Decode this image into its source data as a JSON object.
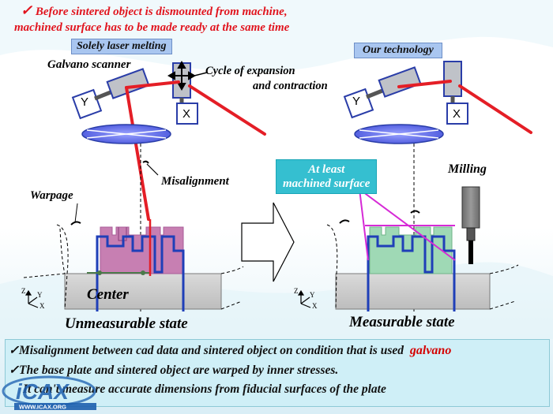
{
  "header": {
    "check_glyph": "✓",
    "line1": "Before sintered object is dismounted from machine,",
    "line2": "machined surface has to be made  ready at the same time"
  },
  "left_panel": {
    "title": "Solely laser melting",
    "galvano_label": "Galvano scanner",
    "cycle_line1": "Cycle of expansion",
    "cycle_line2": "and contraction",
    "misalignment_label": "Misalignment",
    "warpage_label": "Warpage",
    "center_label": "Center",
    "state_label": "Unmeasurable state",
    "y_block": "Y",
    "x_block": "X"
  },
  "right_panel": {
    "title": "Our technology",
    "milling_label": "Milling",
    "machined_line1": "At least",
    "machined_line2": "machined surface",
    "state_label": "Measurable state",
    "y_block": "Y",
    "x_block": "X"
  },
  "axes": {
    "z": "Z",
    "y": "Y",
    "x": "X"
  },
  "bottom": {
    "check": "✓",
    "line1": "Misalignment  between cad data and sintered object on condition that is used",
    "line1_tail": "galvano",
    "line2": "The base plate and sintered object are warped by inner stresses.",
    "line3": "It can't measure accurate dimensions from fiducial surfaces of the plate"
  },
  "logo": {
    "text": "iCAX",
    "url_text": "WWW.ICAX.ORG"
  },
  "colors": {
    "header_red": "#e1141e",
    "laser_red": "#e41e26",
    "part_pink": "#c77fb2",
    "part_green": "#9fd9b5",
    "blue_profile": "#1f3fb8",
    "magenta_pointer": "#d62ad6"
  }
}
